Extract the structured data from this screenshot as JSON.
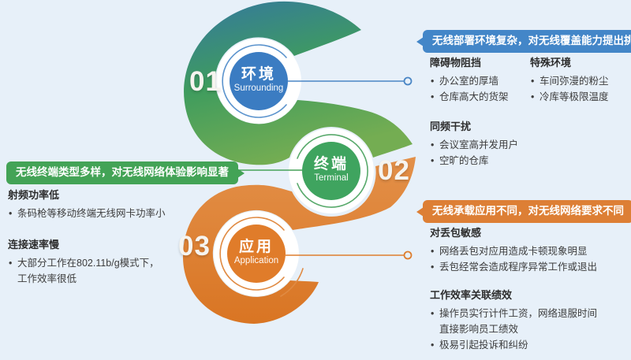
{
  "canvas": {
    "bg": "#e7f0f9"
  },
  "sections": [
    {
      "number": "01",
      "zh": "环境",
      "en": "Surrounding",
      "color": "#3b7cc2"
    },
    {
      "number": "02",
      "zh": "终端",
      "en": "Terminal",
      "color": "#3fa45f"
    },
    {
      "number": "03",
      "zh": "应用",
      "en": "Application",
      "color": "#e07c2a"
    }
  ],
  "callouts": {
    "environment": {
      "text": "无线部署环境复杂，对无线覆盖能力提出挑战",
      "color": "#4386c8"
    },
    "terminal": {
      "text": "无线终端类型多样，对无线网络体验影响显著",
      "color": "#43a356"
    },
    "application": {
      "text": "无线承载应用不同，对无线网络要求不同",
      "color": "#dd7f35"
    }
  },
  "panels": {
    "environment": {
      "groups": [
        {
          "title": "障碍物阻挡",
          "items": [
            "办公室的厚墙",
            "仓库高大的货架"
          ]
        },
        {
          "title": "特殊环境",
          "items": [
            "车间弥漫的粉尘",
            "冷库等极限温度"
          ]
        },
        {
          "title": "同频干扰",
          "items": [
            "会议室高并发用户",
            "空旷的仓库"
          ]
        }
      ]
    },
    "terminal": {
      "groups": [
        {
          "title": "射频功率低",
          "items": [
            "条码枪等移动终端无线网卡功率小"
          ]
        },
        {
          "title": "连接速率慢",
          "items": [
            "大部分工作在802.11b/g模式下，\n工作效率很低"
          ]
        }
      ]
    },
    "application": {
      "groups": [
        {
          "title": "对丢包敏感",
          "items": [
            "网络丢包对应用造成卡顿现象明显",
            "丢包经常会造成程序异常工作或退出"
          ]
        },
        {
          "title": "工作效率关联绩效",
          "items": [
            "操作员实行计件工资，网络退服时间\n直接影响员工绩效",
            "极易引起投诉和纠纷"
          ]
        }
      ]
    }
  }
}
